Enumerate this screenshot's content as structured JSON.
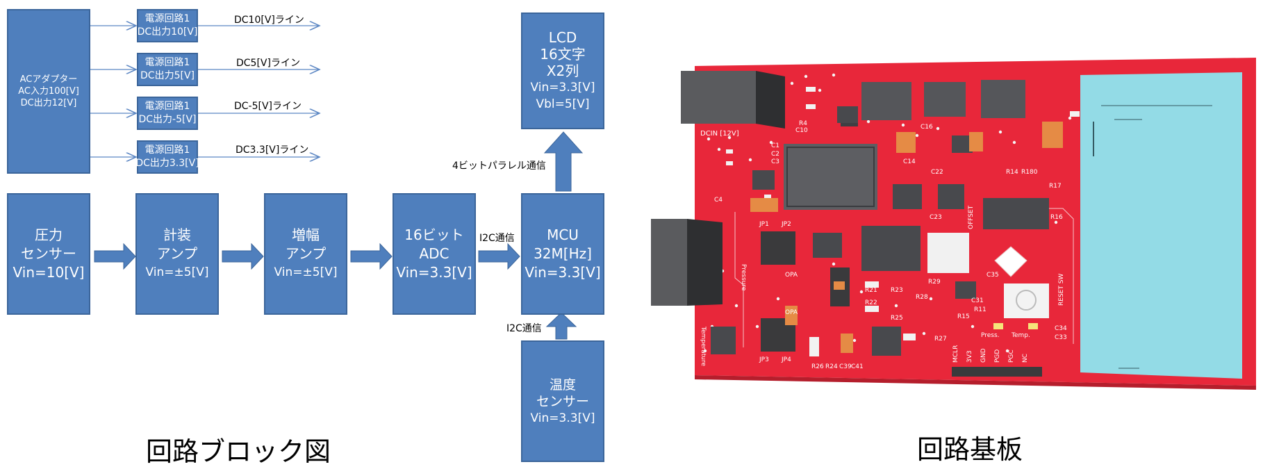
{
  "diagram": {
    "ac_adapter": [
      "ACアダプター",
      "AC入力100[V]",
      "DC出力12[V]"
    ],
    "power_circuits": [
      {
        "lines": [
          "電源回路1",
          "DC出力10[V]"
        ],
        "output": "DC10[V]ライン"
      },
      {
        "lines": [
          "電源回路1",
          "DC出力5[V]"
        ],
        "output": "DC5[V]ライン"
      },
      {
        "lines": [
          "電源回路1",
          "DC出力-5[V]"
        ],
        "output": "DC-5[V]ライン"
      },
      {
        "lines": [
          "電源回路1",
          "DC出力3.3[V]"
        ],
        "output": "DC3.3[V]ライン"
      }
    ],
    "chain": [
      {
        "id": "pressure-sensor",
        "lines": [
          "圧力",
          "センサー",
          "Vin=10[V]"
        ]
      },
      {
        "id": "instrumentation-amp",
        "lines": [
          "計装",
          "アンプ",
          "Vin=±5[V]"
        ]
      },
      {
        "id": "amplifier",
        "lines": [
          "増幅",
          "アンプ",
          "Vin=±5[V]"
        ]
      },
      {
        "id": "adc",
        "lines": [
          "16ビット",
          "ADC",
          "Vin=3.3[V]"
        ]
      },
      {
        "id": "mcu",
        "lines": [
          "MCU",
          "32M[Hz]",
          "Vin=3.3[V]"
        ]
      }
    ],
    "lcd": [
      "LCD",
      "16文字",
      "X2列",
      "Vin=3.3[V]",
      "Vbl=5[V]"
    ],
    "temp_sensor": [
      "温度",
      "センサー",
      "Vin=3.3[V]"
    ],
    "labels": {
      "parallel": "4ビットパラレル通信",
      "i2c_adc": "I2C通信",
      "i2c_temp": "I2C通信"
    },
    "caption": "回路ブロック図"
  },
  "board": {
    "caption": "回路基板",
    "silk": {
      "dcin": "DCIN [12V]",
      "jp1": "JP1",
      "jp2": "JP2",
      "jp3": "JP3",
      "jp4": "JP4",
      "opa1": "OPA",
      "opa2": "OPA",
      "pressure": "Pressure",
      "temperature": "Temperature",
      "offset": "OFFSET",
      "reset": "RESET SW",
      "press": "Press.",
      "temp": "Temp.",
      "pins": [
        "MCLR",
        "3V3",
        "GND",
        "PGD",
        "PGC",
        "NC"
      ],
      "parts": [
        "R21",
        "R22",
        "R23",
        "R25",
        "R26",
        "R27",
        "R28",
        "R29",
        "R24",
        "C39",
        "C41",
        "C14",
        "C16",
        "C22",
        "C23",
        "R16",
        "R17",
        "C10",
        "C3",
        "C1",
        "C2",
        "R4",
        "C4",
        "R15",
        "R11",
        "C35",
        "R14",
        "R180",
        "C34",
        "C33",
        "C31"
      ]
    },
    "colors": {
      "pcb": "#e8273a",
      "lcd": "#93dbe6",
      "chip": "#48494d",
      "diagram_box": "#4f7fbd"
    }
  }
}
